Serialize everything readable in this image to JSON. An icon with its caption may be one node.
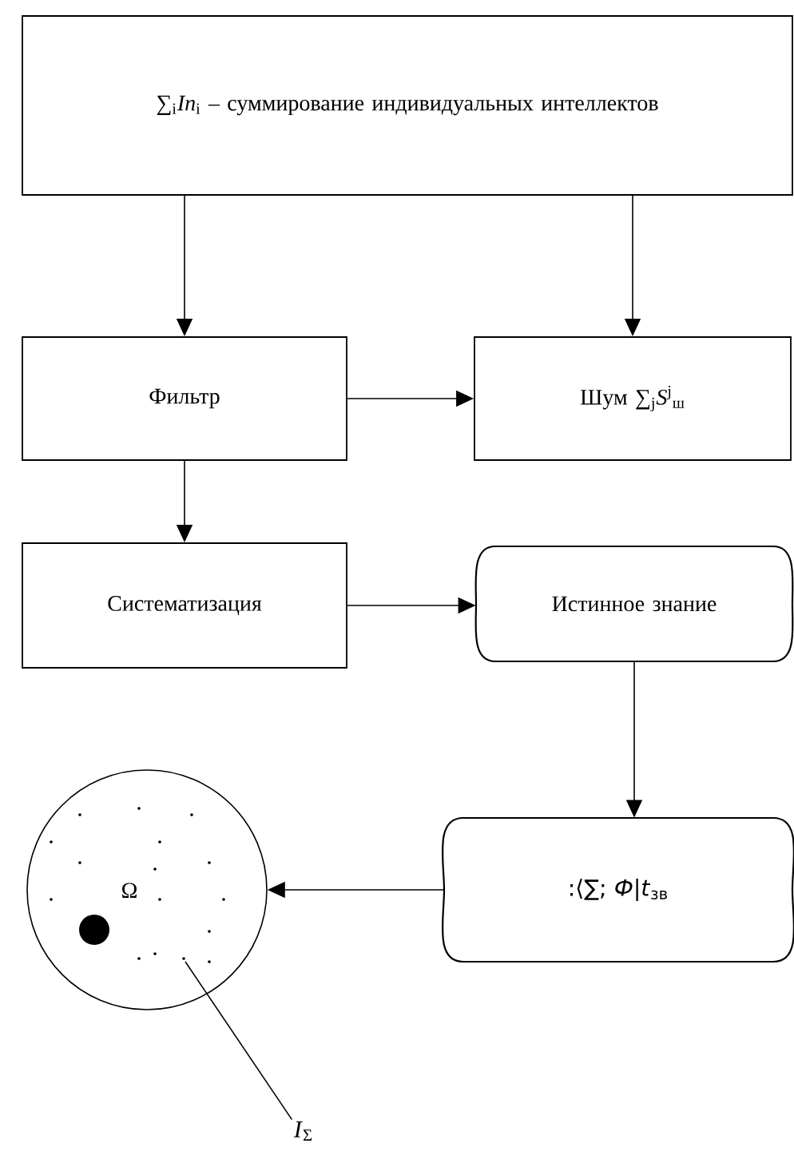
{
  "diagram": {
    "nodes": [
      {
        "text": [
          "∑$_{i}$*In*$_{i}$ – суммирование индивидуальных интеллектов"
        ]
      },
      {
        "text": [
          "Фильтр"
        ]
      },
      {
        "text": [
          "Шум ∑$_{j}$*S*$^{j}$$_{ш}$"
        ]
      },
      {
        "text": [
          "Систематизация"
        ]
      },
      {
        "text": [
          "Истинное знание"
        ]
      },
      {
        "text": [
          ":⟨∑; *Ф*|*t*$_{зв}$"
        ]
      },
      {
        "text": [
          "Ω"
        ]
      },
      {
        "text": [
          "*I*$_{Σ}$"
        ]
      }
    ],
    "edges": [
      {
        "from": 0,
        "to": 1,
        "arrow": "to"
      },
      {
        "from": 0,
        "to": 2,
        "arrow": "to"
      },
      {
        "from": 1,
        "to": 2,
        "arrow": "to"
      },
      {
        "from": 1,
        "to": 3,
        "arrow": "to"
      },
      {
        "from": 3,
        "to": 4,
        "arrow": "to"
      },
      {
        "from": 4,
        "to": 5,
        "arrow": "to"
      },
      {
        "from": 5,
        "to": 6,
        "arrow": "to"
      },
      {
        "from": 7,
        "to": 6,
        "arrow": "none"
      }
    ]
  }
}
